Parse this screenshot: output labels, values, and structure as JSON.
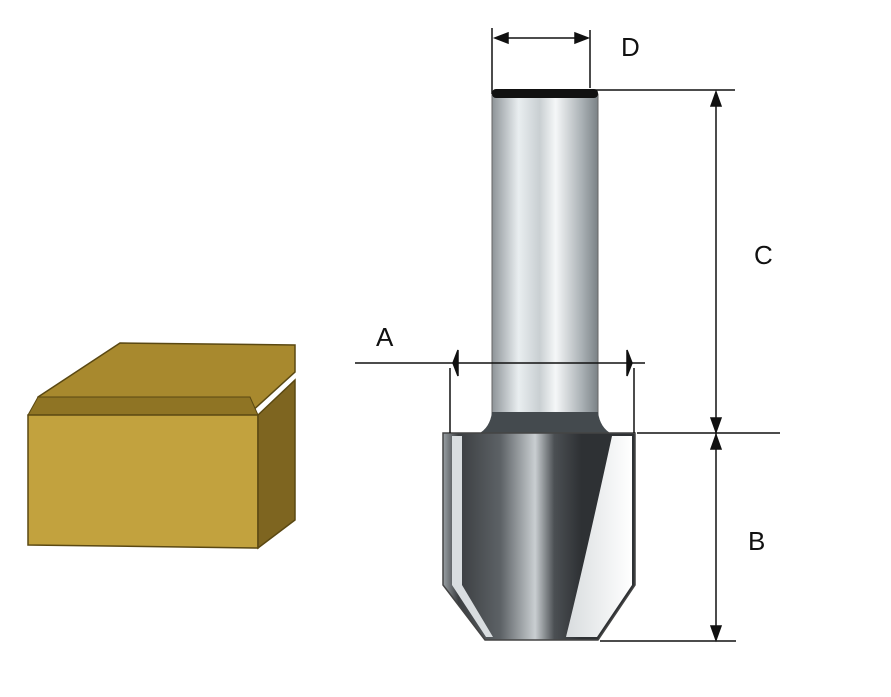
{
  "labels": {
    "a": "A",
    "b": "B",
    "c": "C",
    "d": "D"
  },
  "colors": {
    "wood_front": "#c2a23e",
    "wood_top": "#a8892e",
    "wood_side": "#7e6520",
    "steel_dark": "#3a3d40",
    "steel_light": "#e8ecee"
  }
}
